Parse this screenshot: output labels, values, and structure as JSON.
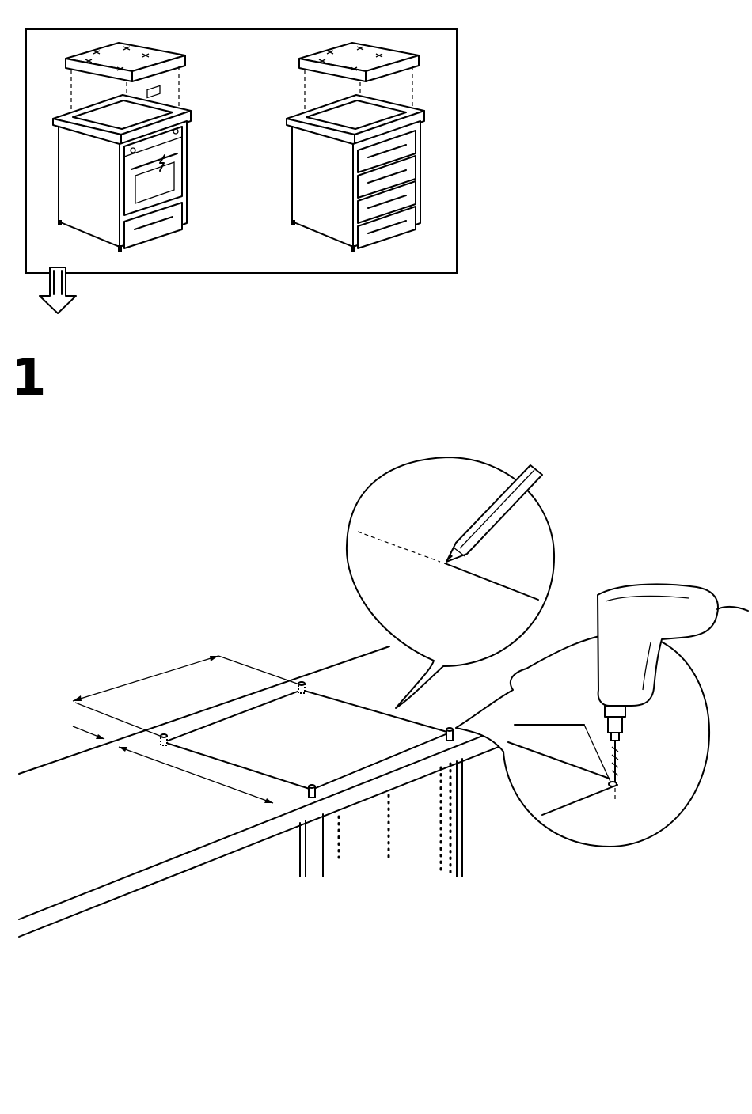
{
  "step": {
    "number": "1"
  },
  "overview": {
    "variants": [
      {
        "name": "cabinet-with-oven"
      },
      {
        "name": "cabinet-with-drawers"
      }
    ],
    "arrow_icon": "down-arrow-icon"
  },
  "main": {
    "tools": [
      "pencil-icon",
      "drill-icon"
    ],
    "callouts": [
      "pencil-marking-callout",
      "drilling-callout"
    ]
  }
}
